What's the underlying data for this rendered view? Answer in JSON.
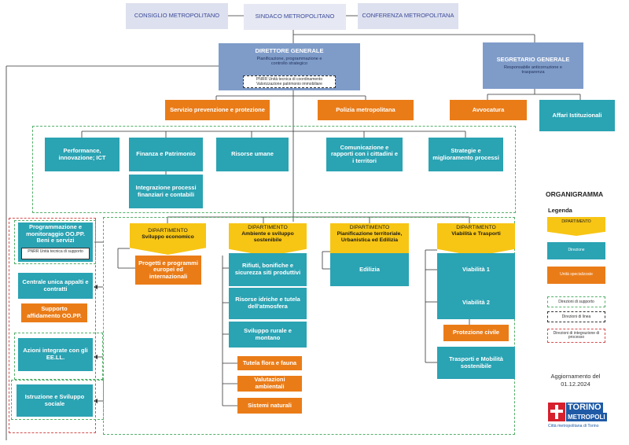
{
  "top": {
    "consiglio": "CONSIGLIO METROPOLITANO",
    "sindaco": "SINDACO METROPOLITANO",
    "conferenza": "CONFERENZA METROPOLITANA"
  },
  "direttore": {
    "title": "DIRETTORE GENERALE",
    "subtitle": "Pianificazione, programmazione e controllo strategico",
    "pnrr": "PNRR Unità tecnica di coordinamento Valorizzazione patrimonio immobiliare"
  },
  "segretario": {
    "title": "SEGRETARIO GENERALE",
    "subtitle": "Responsabile anticorruzione e trasparenza"
  },
  "units": {
    "servizio_prevenzione": "Servizio prevenzione e protezione",
    "polizia": "Polizia metropolitana",
    "avvocatura": "Avvocatura",
    "affari": "Affari Istituzionali"
  },
  "support": {
    "performance": "Performance, innovazione; ICT",
    "finanza": "Finanza e Patrimonio",
    "integrazione": "Integrazione processi finanziari e contabili",
    "risorse_umane": "Risorse umane",
    "comunicazione": "Comunicazione e rapporti con i cittadini e i territori",
    "strategie": "Strategie e miglioramento processi"
  },
  "left": {
    "programmazione": "Programmazione e monitoraggio OO.PP. Beni e servizi",
    "pnrr_supporto": "PNRR Unità tecnica di supporto",
    "centrale": "Centrale unica appalti e contratti",
    "supporto": "Supporto affidamento OO.PP.",
    "azioni": "Azioni integrate con gli EE.LL.",
    "istruzione": "Istruzione e Sviluppo sociale"
  },
  "departments": {
    "label": "DIPARTIMENTO",
    "economico": {
      "name": "Sviluppo economico",
      "children": [
        "Progetti e programmi europei ed internazionali"
      ]
    },
    "ambiente": {
      "name": "Ambiente e sviluppo sostenibile",
      "children": [
        "Rifiuti, bonifiche e sicurezza siti produttivi",
        "Risorse idriche e tutela dell'atmosfera",
        "Sviluppo rurale e montano"
      ],
      "orange_children": [
        "Tutela flora e fauna",
        "Valutazioni ambientali",
        "Sistemi naturali"
      ]
    },
    "territoriale": {
      "name": "Pianificazione territoriale, Urbanistica ed Edilizia",
      "children": [
        "Edilizia"
      ]
    },
    "viabilita": {
      "name": "Viabilità e Trasporti",
      "children": [
        "Viabilità 1",
        "Viabilità 2",
        "Trasporti e Mobilità sostenibile"
      ],
      "orange_children": [
        "Protezione civile"
      ]
    }
  },
  "legend": {
    "heading": "ORGANIGRAMMA",
    "title": "Legenda",
    "dipartimento": "DIPARTIMENTO",
    "direzione": "Direzione",
    "unita": "Unità specializzate",
    "supporto": "Direzioni di supporto",
    "linea": "Direzioni di linea",
    "integrazione": "Direzioni di integrazione di processo"
  },
  "update": "Aggiornamento del 01.12.2024",
  "logo": {
    "line1": "TORINO",
    "line2": "METROPOLI",
    "tagline": "Città metropolitana di Torino"
  },
  "colors": {
    "orange": "#ea7c18",
    "teal": "#2aa3b3",
    "yellow": "#f7c514",
    "blue": "#7f9cc9",
    "top": "#dde0ee",
    "green_dashed": "#55b06a",
    "red_dashed": "#d65050",
    "logo_blue": "#1f5aa6",
    "logo_red": "#d6202d"
  }
}
